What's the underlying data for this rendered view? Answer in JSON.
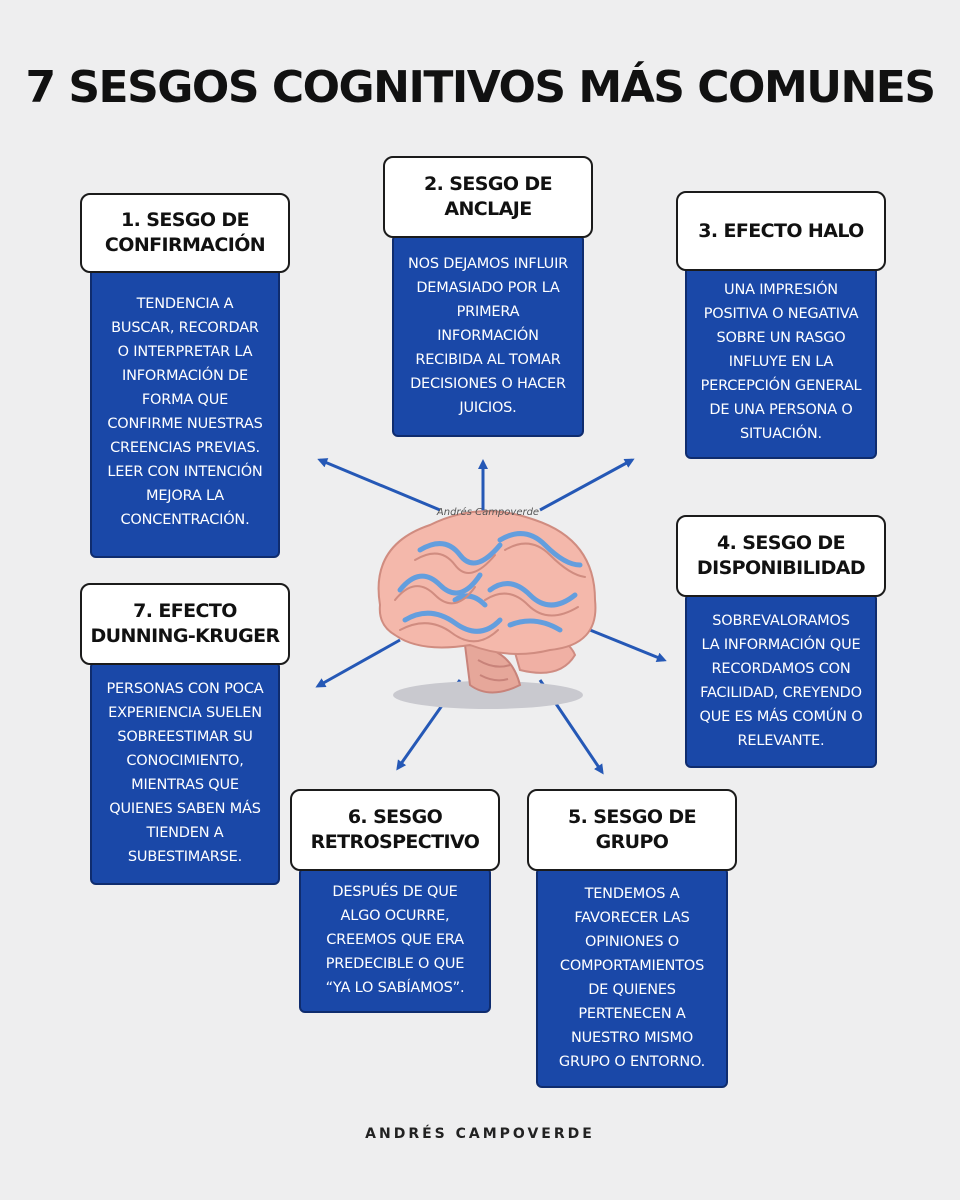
{
  "title": "7 SESGOS COGNITIVOS MÁS COMUNES",
  "watermark": "Andrés Campoverde",
  "footer": "ANDRÉS CAMPOVERDE",
  "colors": {
    "box_blue": "#1a48a8",
    "box_border": "#0f2c6e",
    "arrow": "#2558b6",
    "background": "#eeeeef"
  },
  "biases": [
    {
      "title": "1. SESGO DE\nCONFIRMACIÓN",
      "text": "TENDENCIA A\nBUSCAR, RECORDAR\nO INTERPRETAR LA\nINFORMACIÓN DE\nFORMA QUE\nCONFIRME NUESTRAS\nCREENCIAS PREVIAS.\nLEER CON INTENCIÓN\nMEJORA LA\nCONCENTRACIÓN."
    },
    {
      "title": "2. SESGO DE\nANCLAJE",
      "text": "NOS DEJAMOS INFLUIR\nDEMASIADO POR LA\nPRIMERA\nINFORMACIÓN\nRECIBIDA AL TOMAR\nDECISIONES O HACER\nJUICIOS."
    },
    {
      "title": "3. EFECTO HALO",
      "text": "UNA IMPRESIÓN\nPOSITIVA O NEGATIVA\nSOBRE UN RASGO\nINFLUYE EN LA\nPERCEPCIÓN GENERAL\nDE UNA PERSONA O\nSITUACIÓN."
    },
    {
      "title": "4. SESGO DE\nDISPONIBILIDAD",
      "text": "SOBREVALORAMOS\nLA INFORMACIÓN QUE\nRECORDAMOS CON\nFACILIDAD, CREYENDO\nQUE ES MÁS COMÚN O\nRELEVANTE."
    },
    {
      "title": "5. SESGO DE\nGRUPO",
      "text": "TENDEMOS A\nFAVORECER LAS\nOPINIONES O\nCOMPORTAMIENTOS\nDE QUIENES\nPERTENECEN A\nNUESTRO MISMO\nGRUPO O ENTORNO."
    },
    {
      "title": "6. SESGO\nRETROSPECTIVO",
      "text": "DESPUÉS DE QUE\nALGO OCURRE,\nCREEMOS QUE ERA\nPREDECIBLE O QUE\n“YA LO SABÍAMOS”."
    },
    {
      "title": "7. EFECTO\nDUNNING-KRUGER",
      "text": "PERSONAS CON POCA\nEXPERIENCIA SUELEN\nSOBREESTIMAR SU\nCONOCIMIENTO,\nMIENTRAS QUE\nQUIENES SABEN MÁS\nTIENDEN A\nSUBESTIMARSE."
    }
  ]
}
